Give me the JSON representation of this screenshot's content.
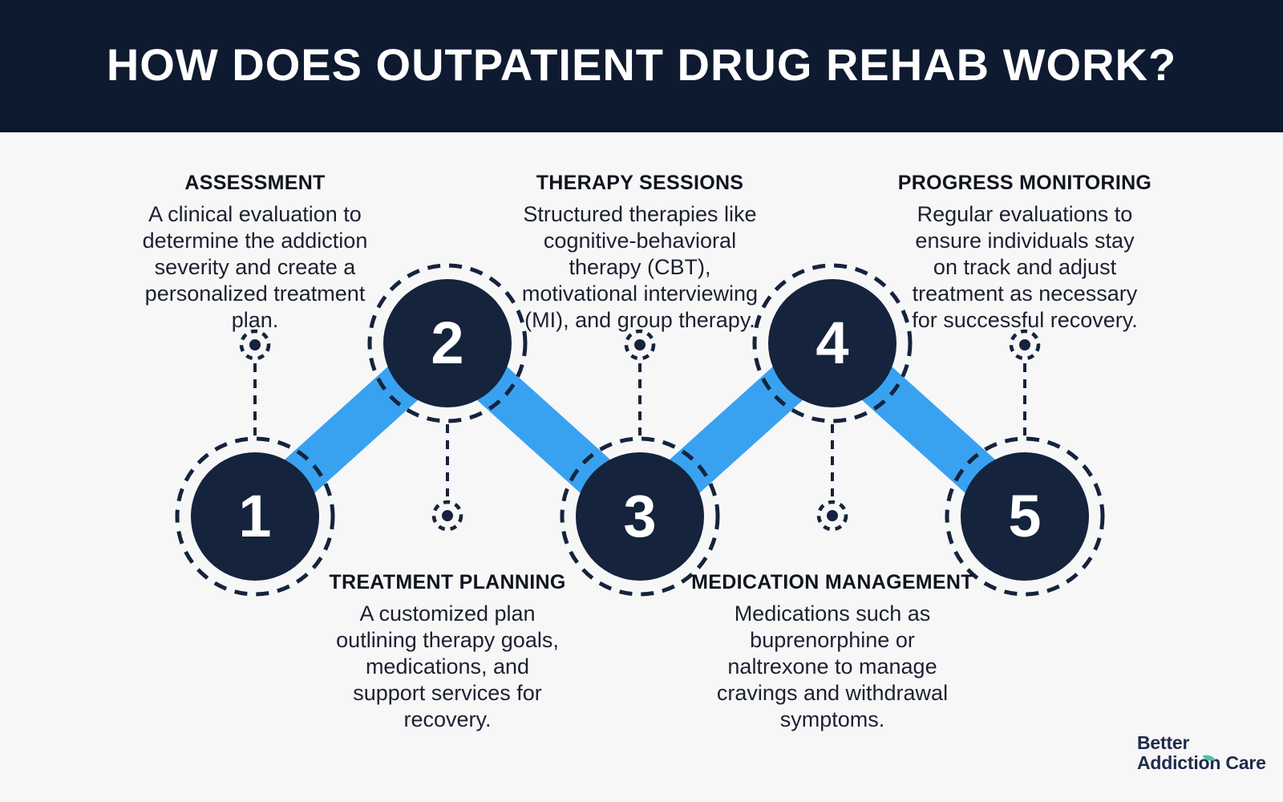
{
  "header": {
    "title": "HOW DOES OUTPATIENT DRUG REHAB WORK?"
  },
  "steps": [
    {
      "number": "1",
      "title": "ASSESSMENT",
      "description": "A clinical evaluation to\ndetermine the addiction\nseverity and create a\npersonalized treatment\nplan.",
      "text_position": "top"
    },
    {
      "number": "2",
      "title": "TREATMENT PLANNING",
      "description": "A customized plan\noutlining therapy goals,\nmedications, and\nsupport services for\nrecovery.",
      "text_position": "bottom"
    },
    {
      "number": "3",
      "title": "THERAPY SESSIONS",
      "description": "Structured therapies like\ncognitive-behavioral\ntherapy (CBT),\nmotivational interviewing\n(MI), and group therapy.",
      "text_position": "top"
    },
    {
      "number": "4",
      "title": "MEDICATION MANAGEMENT",
      "description": "Medications such as\nbuprenorphine or\nnaltrexone to manage\ncravings and withdrawal\nsymptoms.",
      "text_position": "bottom"
    },
    {
      "number": "5",
      "title": "PROGRESS MONITORING",
      "description": "Regular evaluations to\nensure individuals stay\non track and adjust\ntreatment as necessary\nfor successful recovery.",
      "text_position": "top"
    }
  ],
  "logo": {
    "line1": "Better",
    "line2": "Addiction Care",
    "leaf_icon": "leaf"
  },
  "colors": {
    "header_bg": "#0e1a30",
    "background": "#f7f7f8",
    "circle_navy": "#15233c",
    "ribbon_blue": "#38a2f1",
    "leaf_teal": "#4ec3a6",
    "title_text": "#ffffff",
    "body_text": "#1c2130"
  }
}
